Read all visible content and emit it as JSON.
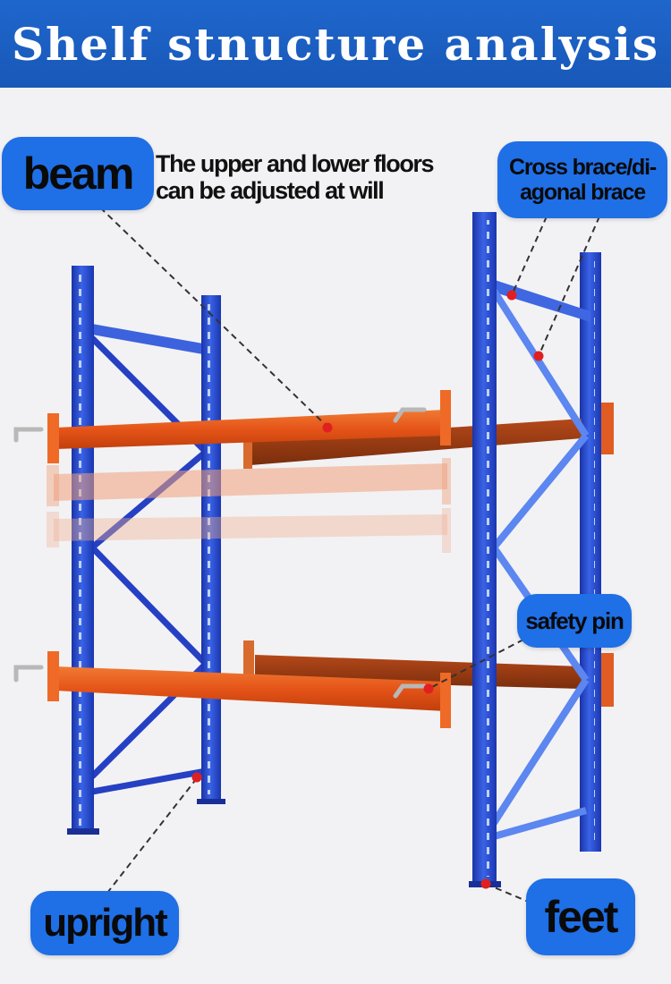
{
  "header": {
    "title": "Shelf stnucture analysis"
  },
  "labels": {
    "beam": "beam",
    "beam_note_line1": "The upper and lower floors",
    "beam_note_line2": "can be adjusted at will",
    "cross_brace_line1": "Cross brace/di-",
    "cross_brace_line2": "agonal brace",
    "safety_pin": "safety pin",
    "upright": "upright",
    "feet": "feet"
  },
  "colors": {
    "header_blue": "#1c5fc2",
    "upright_blue": "#2247cf",
    "beam_orange": "#e8551c",
    "label_blue": "#1f6fe6",
    "marker_red": "#e02020"
  }
}
